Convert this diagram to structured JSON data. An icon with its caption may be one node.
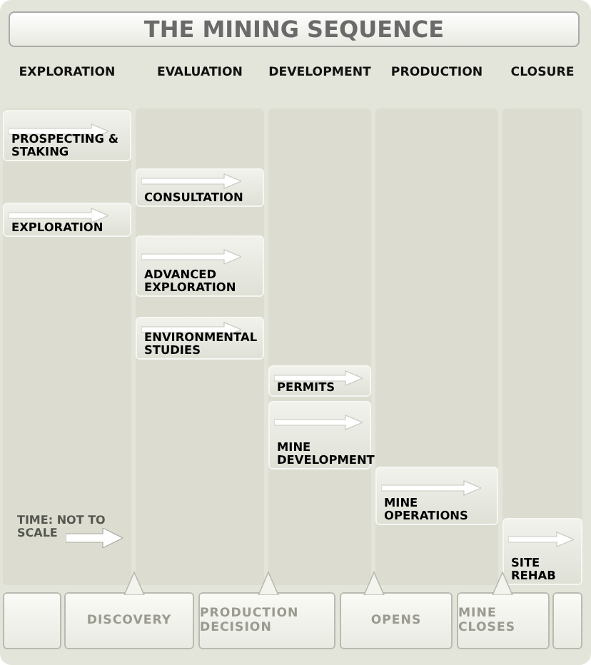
{
  "diagram": {
    "title": "THE MINING SEQUENCE",
    "nodes": [
      {
        "text": [
          "EXPLORATION"
        ]
      },
      {
        "text": [
          "EVALUATION"
        ]
      },
      {
        "text": [
          "DEVELOPMENT"
        ]
      },
      {
        "text": [
          "PRODUCTION"
        ]
      },
      {
        "text": [
          "CLOSURE"
        ]
      },
      {
        "text": [
          "PROSPECTING & STAKING"
        ],
        "in": 0
      },
      {
        "text": [
          "EXPLORATION"
        ],
        "in": 0
      },
      {
        "text": [
          "CONSULTATION"
        ],
        "in": 1
      },
      {
        "text": [
          "ADVANCED EXPLORATION"
        ],
        "in": 1
      },
      {
        "text": [
          "ENVIRONMENTAL STUDIES"
        ],
        "in": 1
      },
      {
        "text": [
          "PERMITS"
        ],
        "in": 2
      },
      {
        "text": [
          "MINE DEVELOPMENT"
        ],
        "in": 2
      },
      {
        "text": [
          "MINE OPERATIONS"
        ],
        "in": 3
      },
      {
        "text": [
          "SITE REHAB"
        ],
        "in": 4
      },
      {
        "text": [],
        "shape": "box"
      },
      {
        "text": [
          "DISCOVERY"
        ]
      },
      {
        "text": [
          "PRODUCTION DECISION"
        ]
      },
      {
        "text": [
          "OPENS"
        ]
      },
      {
        "text": [
          "MINE CLOSES"
        ]
      },
      {
        "text": [],
        "shape": "box"
      }
    ],
    "labels": [
      "TIME: NOT TO SCALE"
    ]
  }
}
